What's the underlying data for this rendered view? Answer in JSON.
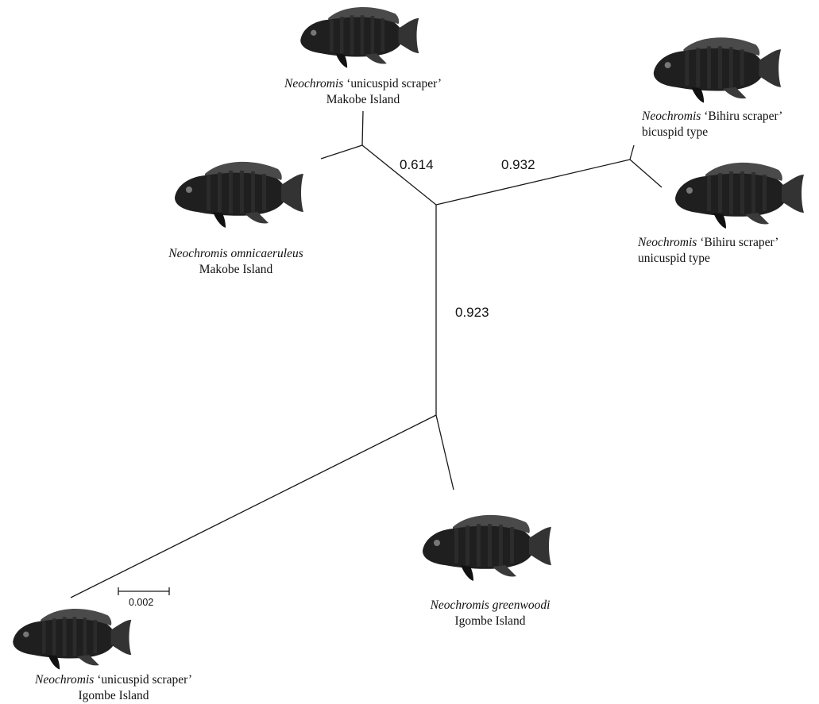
{
  "taxa": {
    "unicuspid_makobe": {
      "genus": "Neochromis",
      "name": "‘unicuspid scraper’",
      "locality": "Makobe Island"
    },
    "omnicaeruleus": {
      "genus": "Neochromis",
      "name": "omnicaeruleus",
      "locality": "Makobe Island"
    },
    "bihiru_bicuspid": {
      "genus": "Neochromis",
      "name": "‘Bihiru scraper’",
      "locality": "bicuspid type"
    },
    "bihiru_unicuspid": {
      "genus": "Neochromis",
      "name": "‘Bihiru scraper’",
      "locality": "unicuspid type"
    },
    "greenwoodi": {
      "genus": "Neochromis",
      "name": "greenwoodi",
      "locality": "Igombe Island"
    },
    "unicuspid_igombe": {
      "genus": "Neochromis",
      "name": "‘unicuspid scraper’",
      "locality": "Igombe Island"
    }
  },
  "support": {
    "makobe_clade": "0.614",
    "bihiru_clade": "0.932",
    "central_branch": "0.923"
  },
  "scale_bar": {
    "label": "0.002"
  },
  "colors": {
    "line": "#1a1a1a",
    "fish_dark": "#1c1c1c",
    "fish_mid": "#3a3a3a",
    "fish_fin": "#555555"
  }
}
